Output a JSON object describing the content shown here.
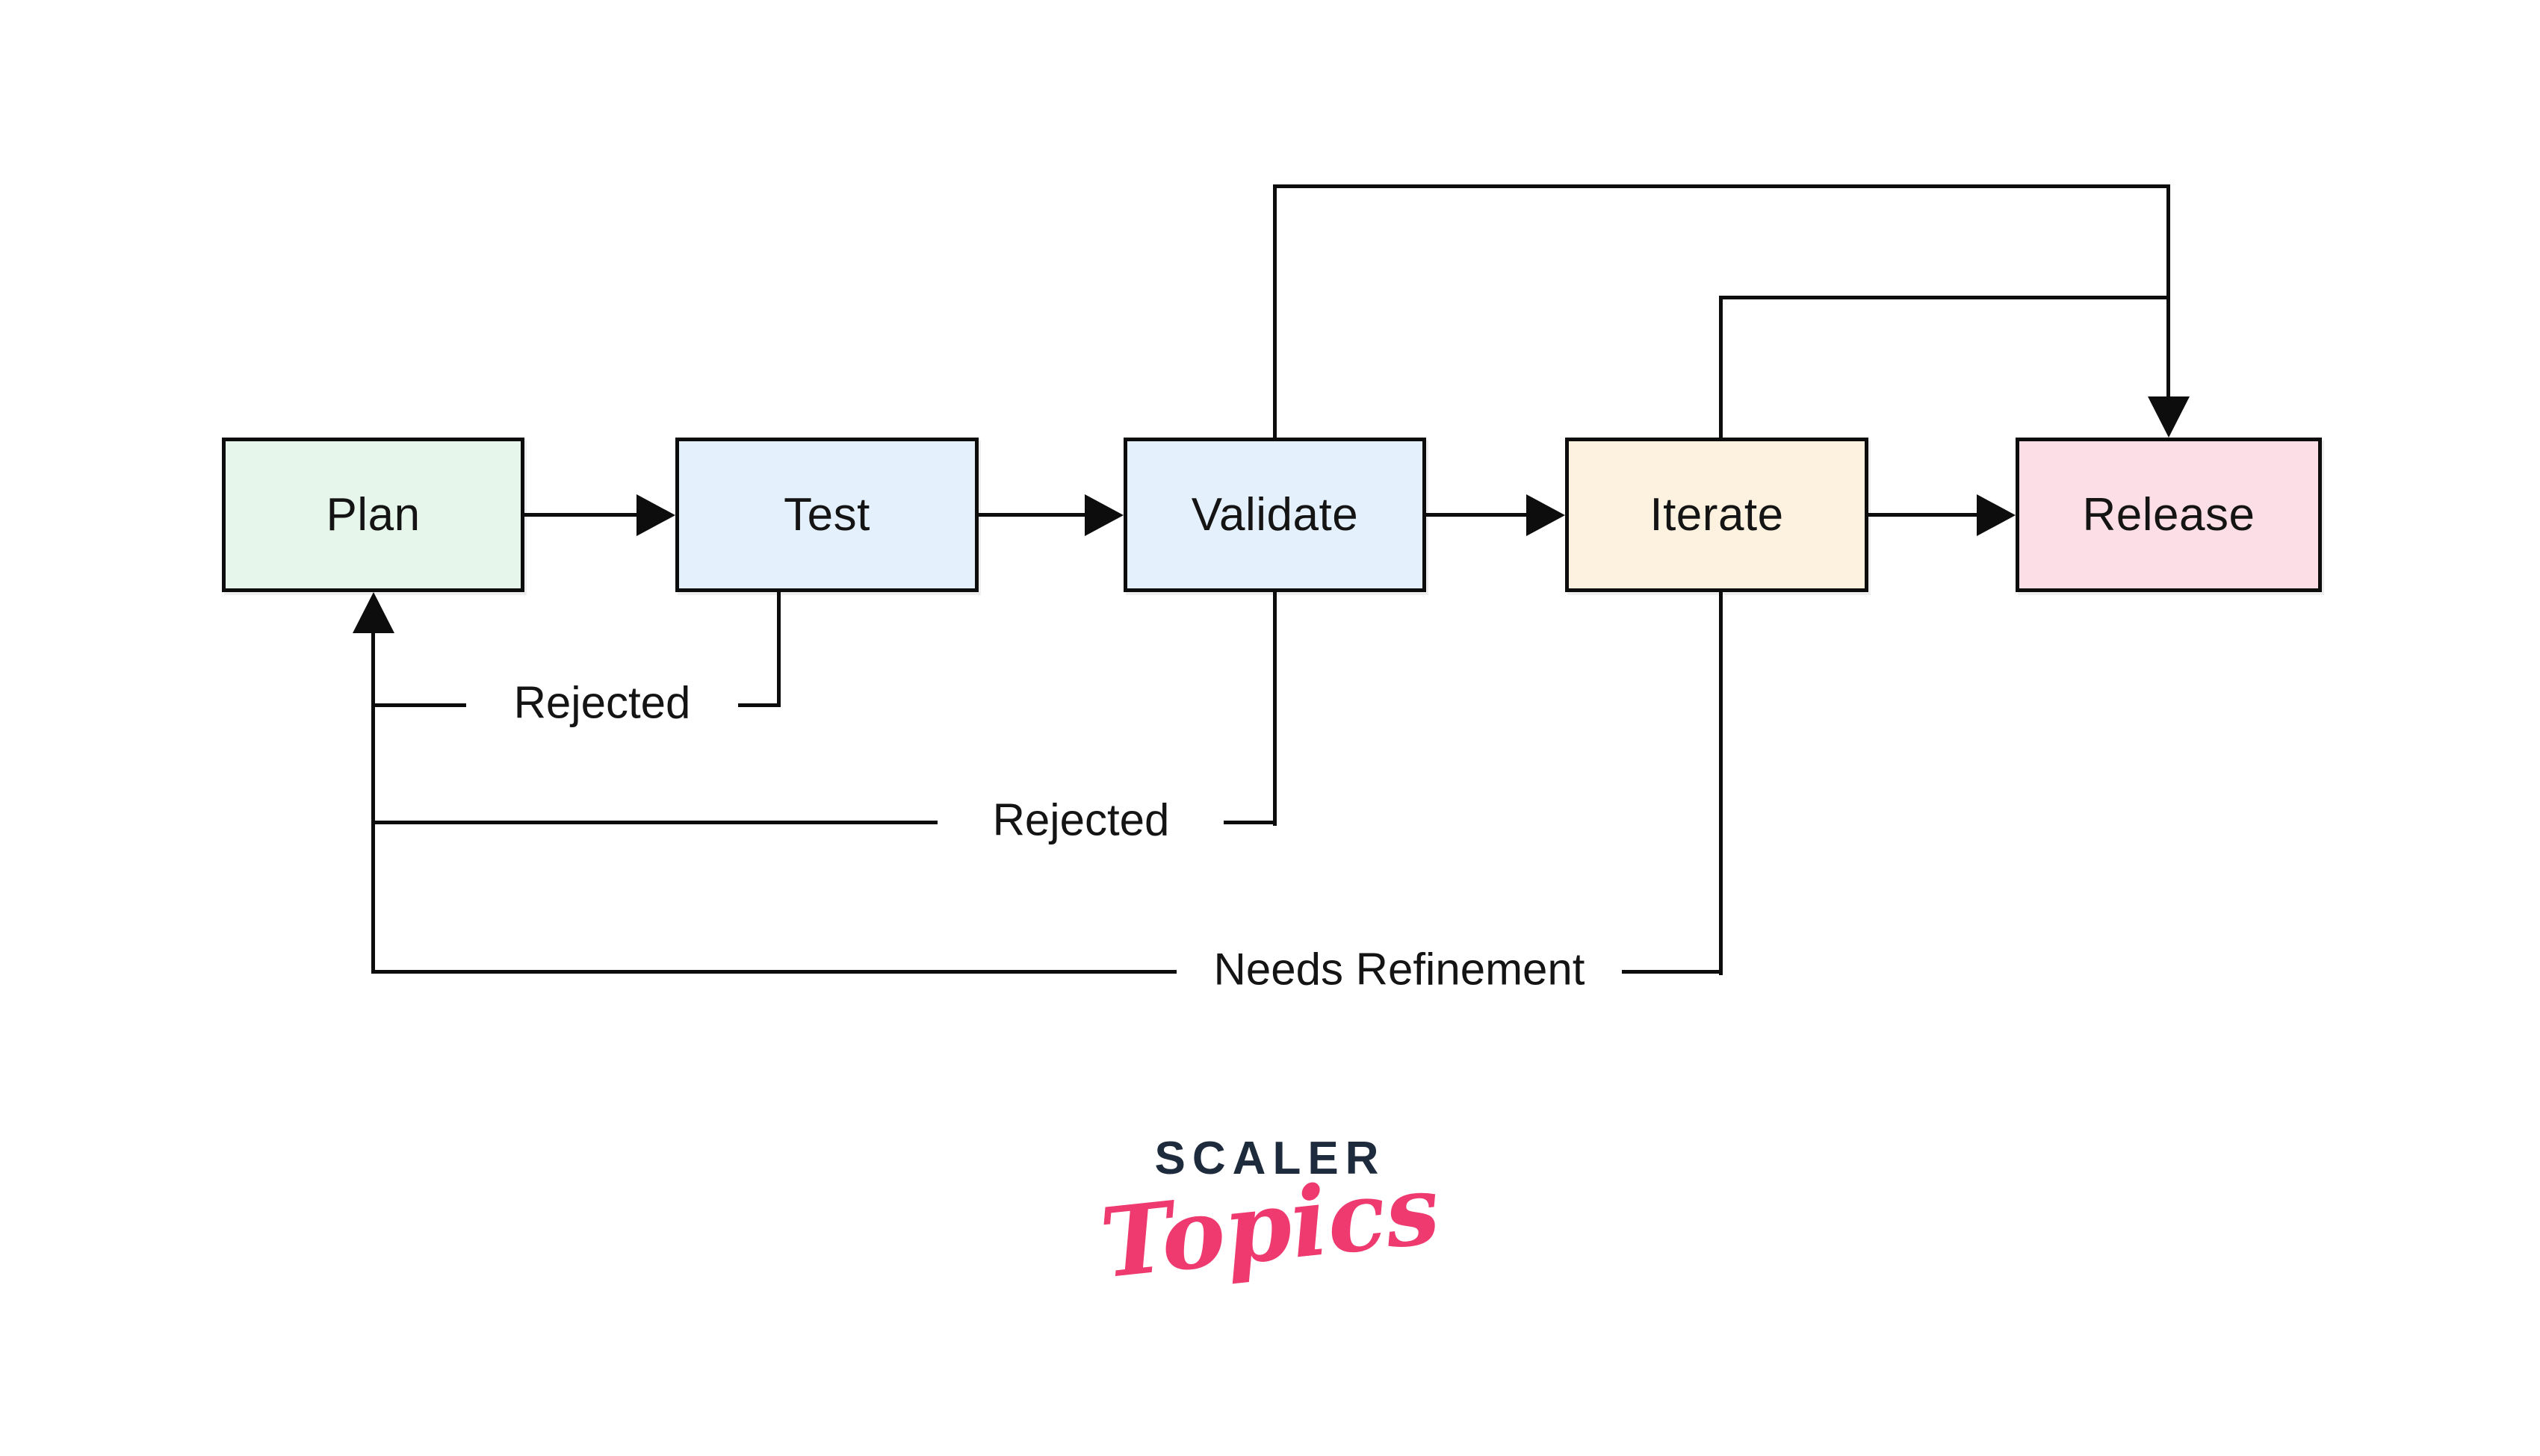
{
  "diagram": {
    "nodes": [
      {
        "label": "Plan",
        "fill": "#e7f6ea"
      },
      {
        "label": "Test",
        "fill": "#e4f0fb"
      },
      {
        "label": "Validate",
        "fill": "#e4f0fb"
      },
      {
        "label": "Iterate",
        "fill": "#fcf2df"
      },
      {
        "label": "Release",
        "fill": "#fcdfe6"
      }
    ],
    "edge_labels": {
      "test_to_plan": "Rejected",
      "validate_to_plan": "Rejected",
      "iterate_to_plan": "Needs Refinement"
    },
    "line_color": "#0d0d0d"
  },
  "logo": {
    "primary": "SCALER",
    "secondary": "Topics",
    "primary_color": "#1d2b3c",
    "secondary_color": "#ee3a6e"
  }
}
